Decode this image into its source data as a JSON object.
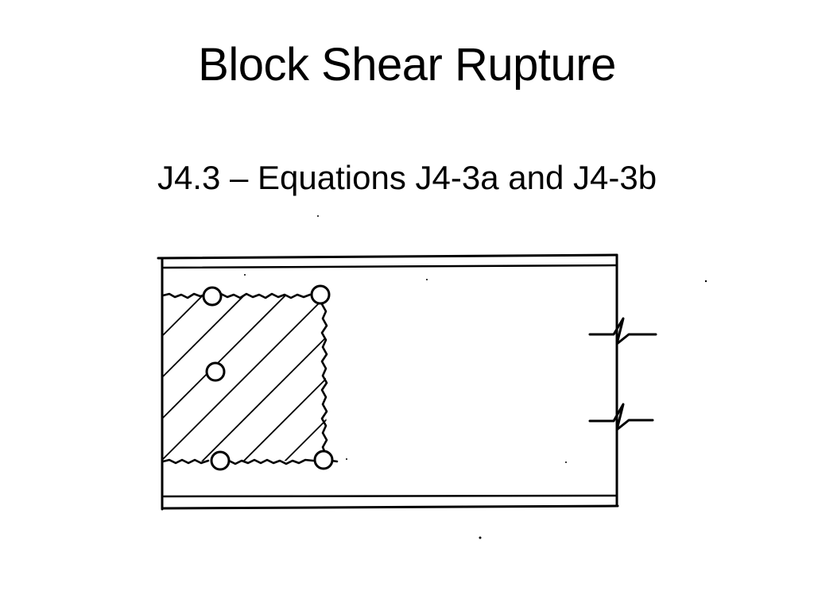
{
  "slide": {
    "title": "Block Shear Rupture",
    "subtitle": "J4.3 – Equations J4-3a and J4-3b"
  },
  "figure": {
    "bolt_hole_count": 5,
    "color": "#000000"
  }
}
